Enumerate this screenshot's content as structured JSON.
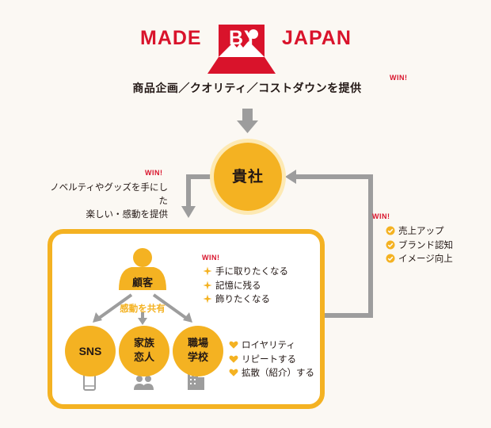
{
  "logo": {
    "made": "MADE",
    "by": "BY",
    "japan": "JAPAN"
  },
  "tagline": "商品企画／クオリティ／コストダウンを提供",
  "win_label": "WIN!",
  "company": "貴社",
  "left_note": {
    "line1": "ノベルティやグッズを手にした",
    "line2": "楽しい・感動を提供"
  },
  "right_list": [
    "売上アップ",
    "ブランド認知",
    "イメージ向上"
  ],
  "customer": "顧客",
  "share": "感動を共有",
  "inner_list": [
    "手に取りたくなる",
    "記憶に残る",
    "飾りたくなる"
  ],
  "channels": {
    "sns": "SNS",
    "family": {
      "line1": "家族",
      "line2": "恋人"
    },
    "work": {
      "line1": "職場",
      "line2": "学校"
    }
  },
  "heart_list": [
    "ロイヤリティ",
    "リピートする",
    "拡散（紹介）する"
  ],
  "colors": {
    "red": "#d9132b",
    "yellow": "#f4b222",
    "gray": "#9d9d9d",
    "text": "#231815"
  }
}
